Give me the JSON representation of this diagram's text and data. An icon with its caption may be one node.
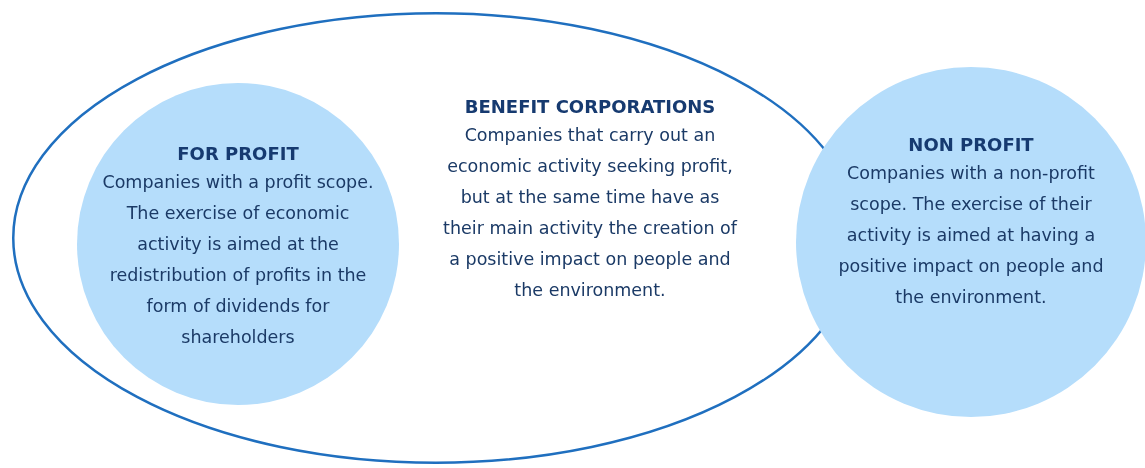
{
  "diagram": {
    "nodes": [
      {
        "text": [
          "BENEFIT CORPORATIONS",
          "Companies that carry out an economic activity seeking profit, but at the same time have as their main activity the creation of a positive impact on people and the environment."
        ]
      },
      {
        "text": [
          "FOR PROFIT",
          "Companies with a profit scope. The exercise of economic activity is aimed at the redistribution of profits in the form of dividends for shareholders"
        ],
        "in": 0
      },
      {
        "text": [
          "NON PROFIT",
          "Companies with a non-profit scope. The exercise of their activity is aimed at having a positive impact on people and the environment."
        ]
      }
    ]
  }
}
